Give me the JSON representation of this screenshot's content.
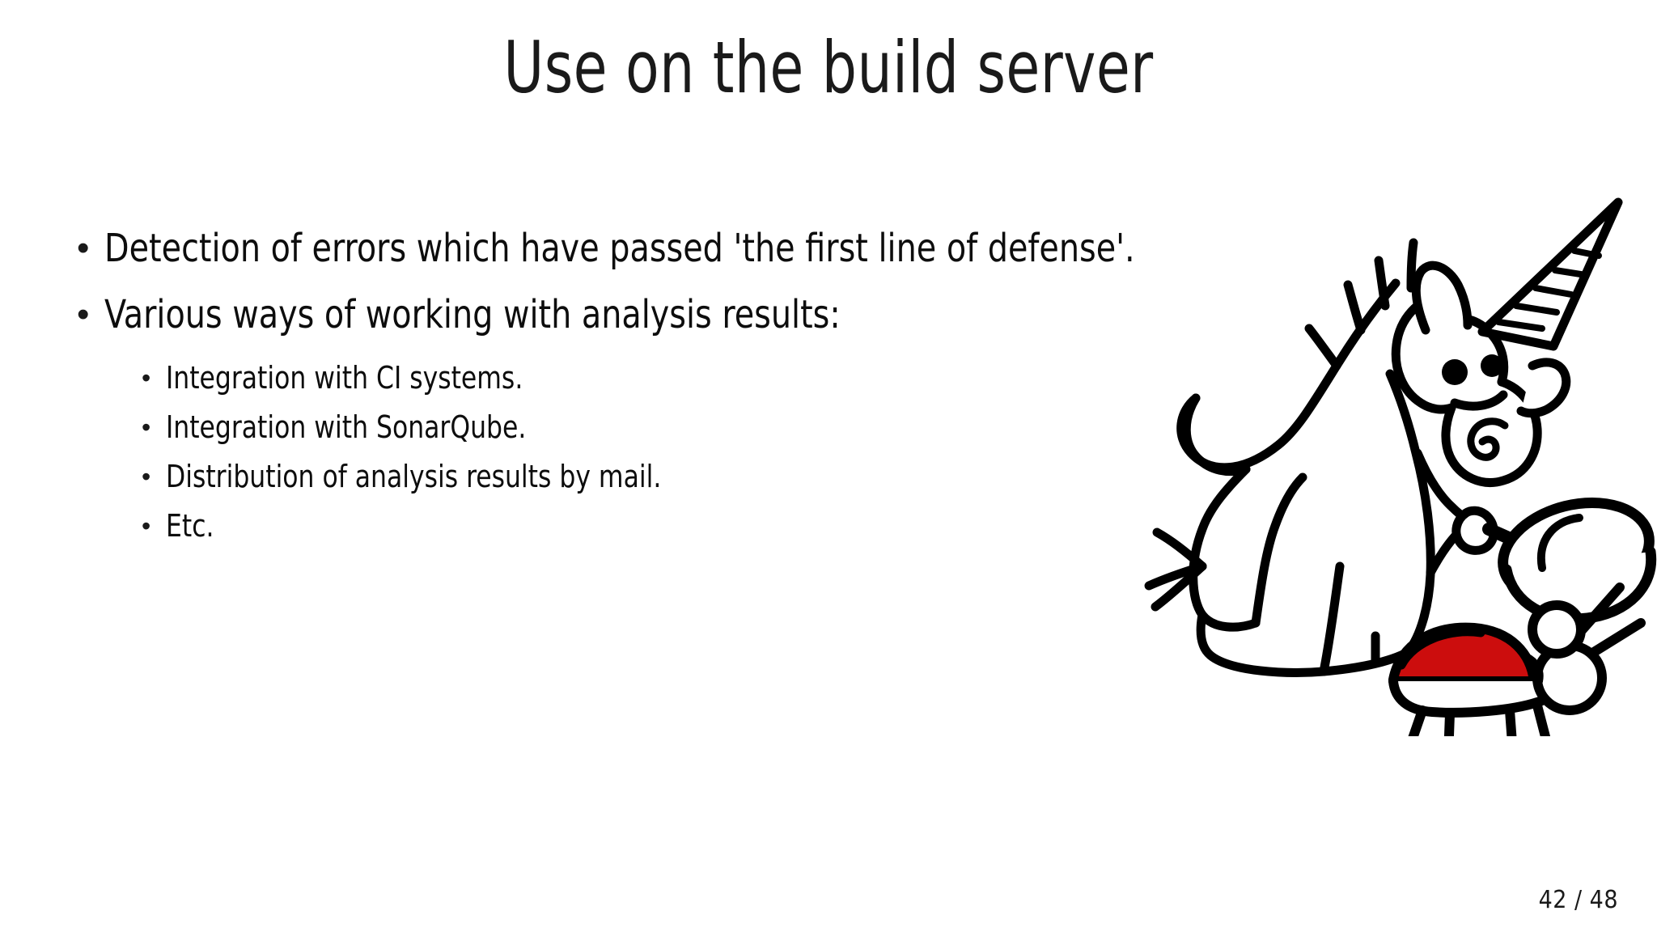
{
  "slide": {
    "title": "Use on the build server",
    "background_color": "#ffffff",
    "text_color": "#0d0d0d"
  },
  "body": {
    "bullet_glyph": "•",
    "items": [
      {
        "level": 1,
        "text": "Detection of errors which have passed 'the first line of defense'."
      },
      {
        "level": 1,
        "text": "Various ways of working with analysis results:"
      }
    ],
    "sub_items": [
      {
        "level": 2,
        "text": "Integration with CI systems."
      },
      {
        "level": 2,
        "text": "Integration with SonarQube."
      },
      {
        "level": 2,
        "text": "Distribution of analysis results by mail."
      },
      {
        "level": 2,
        "text": "Etc."
      }
    ]
  },
  "artwork": {
    "name": "unicorn-with-magnifying-glass-and-bug",
    "description": "Cartoon line-drawn unicorn holding a magnifying glass over a red bug",
    "line_color": "#000000",
    "bug_color": "#cc0d0d",
    "fill_color": "#ffffff"
  },
  "footer": {
    "page_number": "42 / 48",
    "current_page": 42,
    "total_pages": 48
  }
}
